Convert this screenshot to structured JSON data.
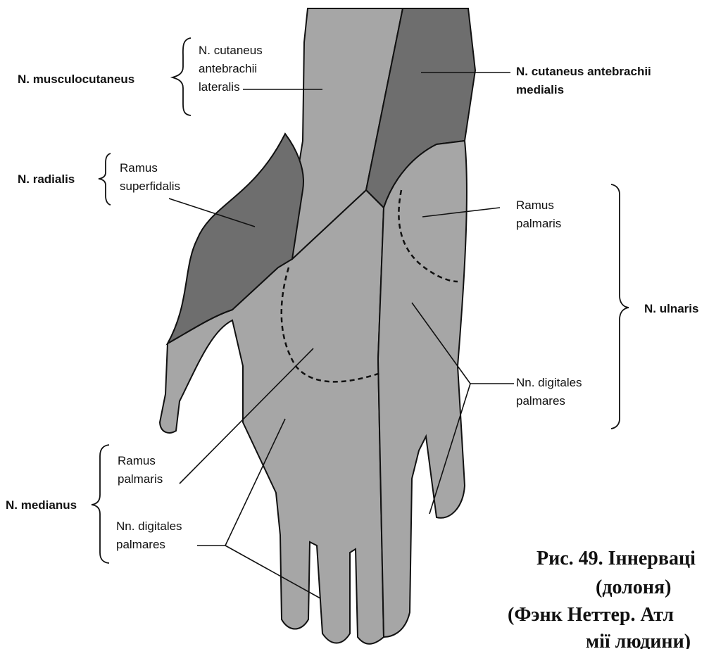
{
  "labels": {
    "musculocutaneus": "N. musculocutaneus",
    "cutaneus_lateralis": [
      "N. cutaneus",
      "antebrachii",
      "lateralis"
    ],
    "cutaneus_medialis": [
      "N. cutaneus antebrachii",
      "medialis"
    ],
    "radialis": "N. radialis",
    "ramus_superficialis": [
      "Ramus",
      "superfidalis"
    ],
    "ulnaris": "N. ulnaris",
    "ulnar_ramus_palmaris": [
      "Ramus",
      "palmaris"
    ],
    "ulnar_digitales": [
      "Nn. digitales",
      "palmares"
    ],
    "medianus": "N. medianus",
    "median_ramus_palmaris": [
      "Ramus",
      "palmaris"
    ],
    "median_digitales": [
      "Nn. digitales",
      "palmares"
    ]
  },
  "caption": [
    "Рис. 49. Іннерваці",
    "(долоня)",
    "(Фэнк Неттер. Атл",
    "мії людини)"
  ],
  "colors": {
    "background": "#ffffff",
    "light_region": "#a6a6a6",
    "dark_region": "#6e6e6e",
    "line": "#111111"
  }
}
